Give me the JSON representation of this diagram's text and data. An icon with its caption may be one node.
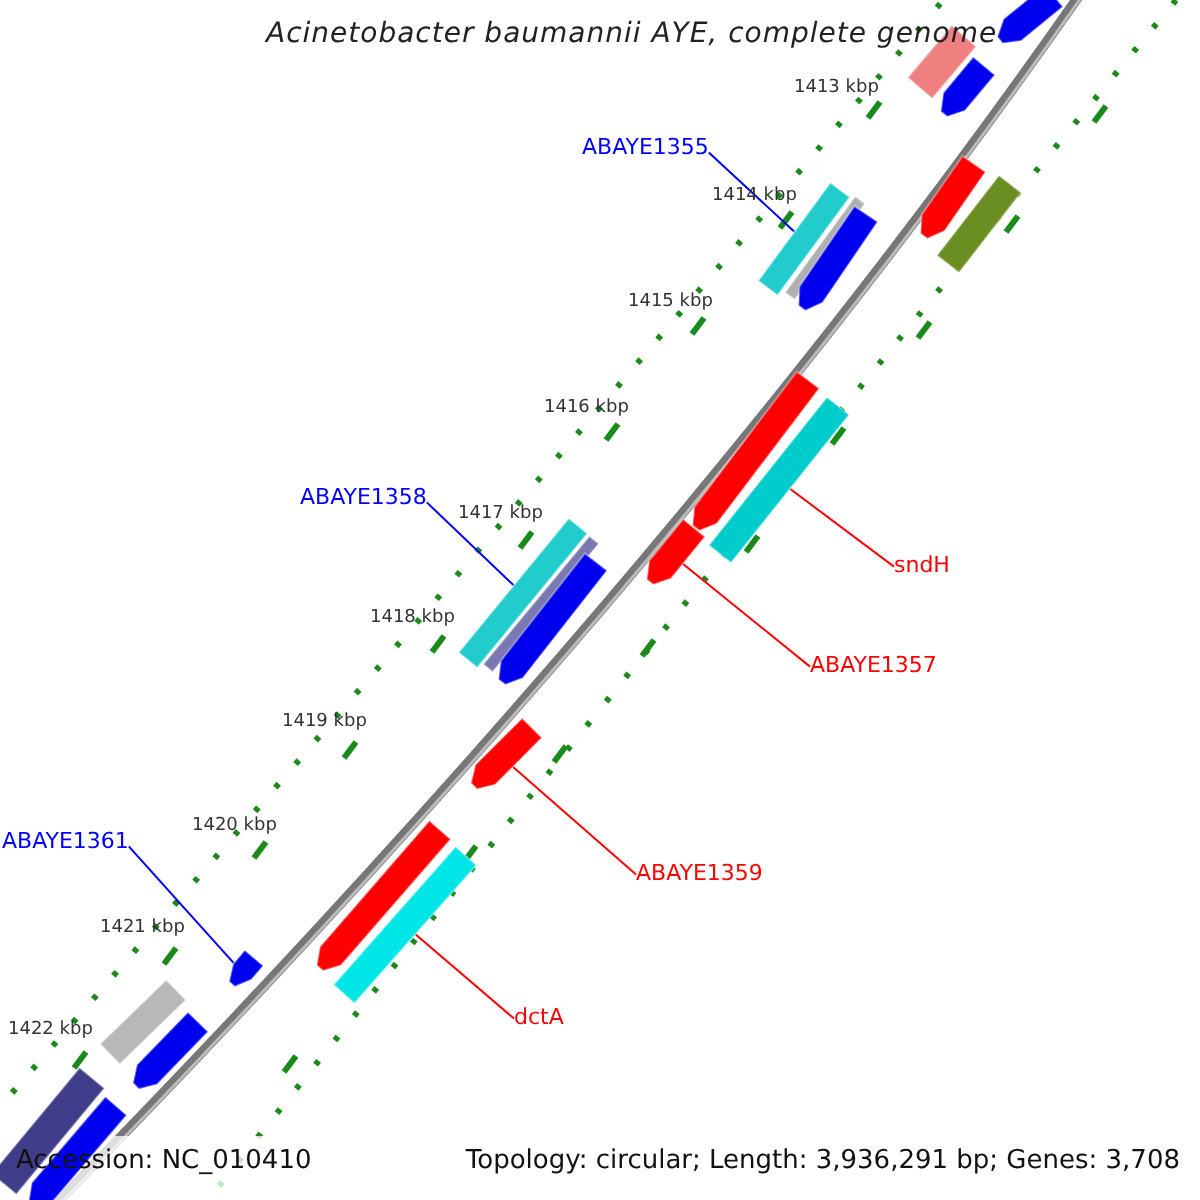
{
  "diagram": {
    "title": "Acinetobacter baumannii AYE, complete genome",
    "nodes": [
      {
        "text": [
          "ABAYE1355"
        ]
      },
      {
        "text": [],
        "shape": "bar"
      },
      {
        "text": [
          "ABAYE1358"
        ]
      },
      {
        "text": [],
        "shape": "bar"
      },
      {
        "text": [
          "sndH"
        ]
      },
      {
        "text": [],
        "shape": "bar"
      },
      {
        "text": [
          "ABAYE1357"
        ]
      },
      {
        "text": [],
        "shape": "arrow"
      },
      {
        "text": [
          "ABAYE1359"
        ]
      },
      {
        "text": [],
        "shape": "arrow"
      },
      {
        "text": [
          "ABAYE1361"
        ]
      },
      {
        "text": [],
        "shape": "arrow"
      },
      {
        "text": [
          "dctA"
        ]
      },
      {
        "text": [],
        "shape": "bar"
      },
      {
        "text": [],
        "shape": "arrow"
      },
      {
        "text": [],
        "shape": "bar"
      },
      {
        "text": [],
        "shape": "arrow"
      },
      {
        "text": [],
        "shape": "bar"
      },
      {
        "text": [],
        "shape": "arrow"
      },
      {
        "text": [],
        "shape": "bar"
      },
      {
        "text": [],
        "shape": "arrow"
      },
      {
        "text": [],
        "shape": "bar"
      },
      {
        "text": [],
        "shape": "arrow"
      },
      {
        "text": [],
        "shape": "bar"
      },
      {
        "text": [],
        "shape": "arrow"
      },
      {
        "text": [],
        "shape": "arrow"
      },
      {
        "text": [],
        "shape": "bar"
      },
      {
        "text": [],
        "shape": "arrow"
      },
      {
        "text": [],
        "shape": "arrow"
      }
    ],
    "edges": [
      {
        "from": 0,
        "to": 1,
        "arrow": "none",
        "color": "#0000ff"
      },
      {
        "from": 2,
        "to": 3,
        "arrow": "none",
        "color": "#0000ff"
      },
      {
        "from": 4,
        "to": 5,
        "arrow": "none"
      },
      {
        "from": 6,
        "to": 7,
        "arrow": "none"
      },
      {
        "from": 8,
        "to": 9,
        "arrow": "none"
      },
      {
        "from": 10,
        "to": 11,
        "arrow": "none",
        "color": "#0000ff"
      },
      {
        "from": 12,
        "to": 13,
        "arrow": "none"
      }
    ],
    "labels": [
      "1413 kbp",
      "1414 kbp",
      "1415 kbp",
      "1416 kbp",
      "1417 kbp",
      "1418 kbp",
      "1419 kbp",
      "1420 kbp",
      "1421 kbp",
      "1422 kbp",
      "Accession: NC_010410",
      "Topology: circular; Length: 3,936,291 bp; Genes: 3,708"
    ]
  }
}
